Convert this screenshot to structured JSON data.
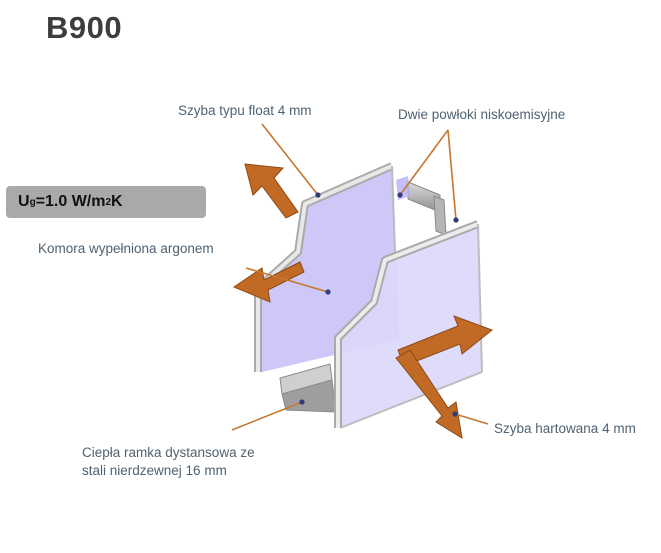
{
  "title": "B900",
  "u_value": {
    "symbol": "U",
    "subscript": "g",
    "value_text": "=1.0 W/m",
    "superscript": "2",
    "unit_tail": "K"
  },
  "labels": {
    "float_glass": "Szyba typu float 4 mm",
    "low_e_coatings": "Dwie powłoki niskoemisyjne",
    "argon_chamber": "Komora wypełniona argonem",
    "spacer_line1": "Ciepła ramka dystansowa ze",
    "spacer_line2": "stali nierdzewnej 16 mm",
    "tempered_glass": "Szyba hartowana 4 mm"
  },
  "colors": {
    "glass_fill": "#c9c2f7",
    "glass_fill_light": "#dcd8fb",
    "frame": "#9a9a9a",
    "pointer": "#c47830",
    "arrow": "#c06a25",
    "label_text": "#4f6272",
    "badge_bg": "#a9a9a9"
  }
}
